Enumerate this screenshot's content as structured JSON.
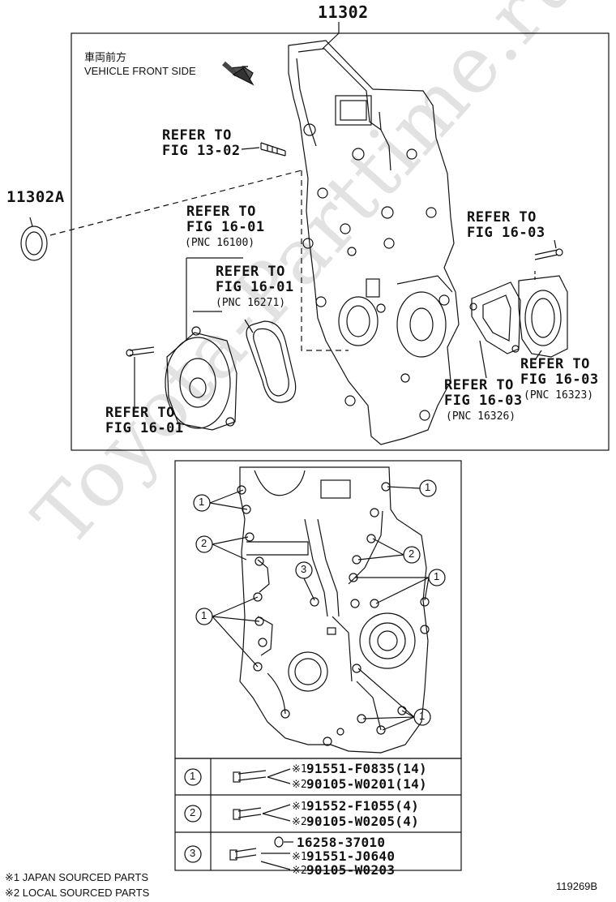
{
  "watermark": "Toyota-Parttime.ru",
  "top_part_number": "11302",
  "left_part_number": "11302A",
  "vehicle_front": {
    "jp": "車両前方",
    "en": "VEHICLE FRONT SIDE"
  },
  "refs": {
    "r1302": {
      "line1": "REFER TO",
      "line2": "FIG 13-02"
    },
    "r1601a": {
      "line1": "REFER TO",
      "line2": "FIG 16-01",
      "pnc": "(PNC 16100)"
    },
    "r1601b": {
      "line1": "REFER TO",
      "line2": "FIG 16-01",
      "pnc": "(PNC 16271)"
    },
    "r1601c": {
      "line1": "REFER TO",
      "line2": "FIG 16-01"
    },
    "r1603a": {
      "line1": "REFER TO",
      "line2": "FIG 16-03"
    },
    "r1603b": {
      "line1": "REFER TO",
      "line2": "FIG 16-03",
      "pnc": "(PNC 16323)"
    },
    "r1603c": {
      "line1": "REFER TO",
      "line2": "FIG 16-03",
      "pnc": "(PNC 16326)"
    }
  },
  "callouts": {
    "one": "1",
    "two": "2",
    "three": "3"
  },
  "parts_table": [
    {
      "key": "1",
      "rows": [
        {
          "mark": "※1",
          "part": "91551-F0835(14)"
        },
        {
          "mark": "※2",
          "part": "90105-W0201(14)"
        }
      ]
    },
    {
      "key": "2",
      "rows": [
        {
          "mark": "※1",
          "part": "91552-F1055(4)"
        },
        {
          "mark": "※2",
          "part": "90105-W0205(4)"
        }
      ]
    },
    {
      "key": "3",
      "rows": [
        {
          "mark": "",
          "part": "16258-37010"
        },
        {
          "mark": "※1",
          "part": "91551-J0640"
        },
        {
          "mark": "※2",
          "part": "90105-W0203"
        }
      ]
    }
  ],
  "footnotes": [
    "※1 JAPAN SOURCED PARTS",
    "※2 LOCAL SOURCED PARTS"
  ],
  "figure_id": "119269B"
}
